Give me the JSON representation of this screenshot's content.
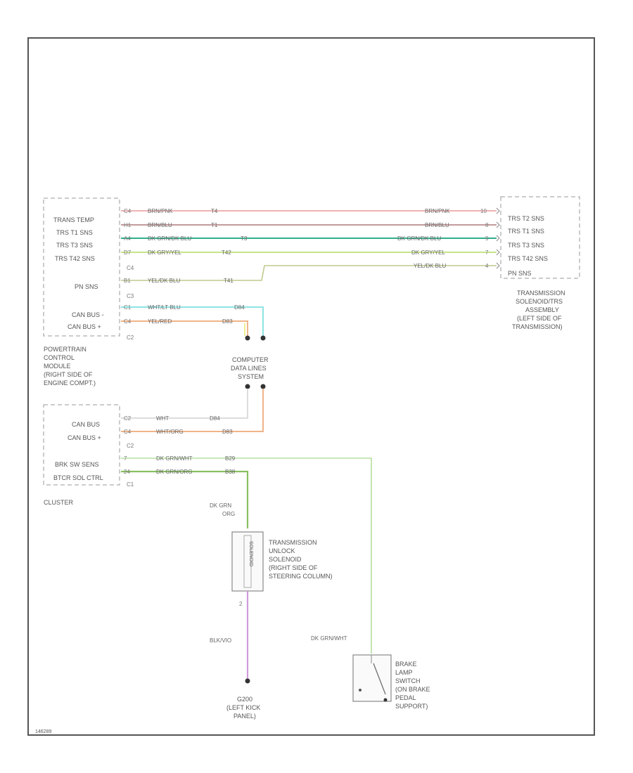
{
  "pcm": {
    "labels": [
      "TRANS TEMP",
      "TRS T1 SNS",
      "TRS T3 SNS",
      "TRS T42 SNS",
      "PN SNS",
      "CAN BUS -",
      "CAN BUS +"
    ],
    "connectors": [
      "C4",
      "C3",
      "C2"
    ],
    "pins": [
      "C4",
      "H1",
      "A4",
      "D7",
      "B1",
      "C1",
      "C4"
    ],
    "title": [
      "POWERTRAIN",
      "CONTROL",
      "MODULE",
      "(RIGHT SIDE OF",
      "ENGINE COMPT.)"
    ]
  },
  "tcm": {
    "labels": [
      "TRS T2 SNS",
      "TRS T1 SNS",
      "TRS T3 SNS",
      "TRS T42 SNS",
      "PN SNS"
    ],
    "pins": [
      "10",
      "8",
      "9",
      "7",
      "4"
    ],
    "title": [
      "TRANSMISSION",
      "SOLENOID/TRS",
      "ASSEMBLY",
      "(LEFT SIDE OF",
      "TRANSMISSION)"
    ]
  },
  "wires_top": [
    {
      "color_left": "BRN/PNK",
      "circuit_left": "T4",
      "color_right": "BRN/PNK",
      "stroke": "#e89a9a"
    },
    {
      "color_left": "BRN/BLU",
      "circuit_left": "T1",
      "color_right": "BRN/BLU",
      "stroke": "#b07878"
    },
    {
      "color_left": "DK GRN/DK BLU",
      "circuit_left": "T3",
      "color_right": "DK GRN/DK BLU",
      "stroke": "#2fae8e"
    },
    {
      "color_left": "DK GRY/YEL",
      "circuit_left": "T42",
      "color_right": "DK GRY/YEL",
      "stroke": "#b5dc62"
    },
    {
      "color_left": "YEL/DK BLU",
      "circuit_left": "T41",
      "color_right": "YEL/DK BLU",
      "stroke": "#c2c98e"
    },
    {
      "color_left": "WHT/LT BLU",
      "circuit_left": "D84",
      "stroke": "#8fe3e3"
    },
    {
      "color_left": "YEL/RED",
      "circuit_left": "D83",
      "stroke": "#f0b489"
    }
  ],
  "splice": {
    "title": [
      "COMPUTER",
      "DATA LINES",
      "SYSTEM"
    ]
  },
  "cluster": {
    "labels": [
      "CAN BUS",
      "CAN BUS +",
      "BRK SW SENS",
      "BTCR SOL CTRL"
    ],
    "connectors": [
      "C2",
      "C1"
    ],
    "pins": [
      "C2",
      "C4",
      "7",
      "24"
    ],
    "title": "CLUSTER"
  },
  "wires_cluster": [
    {
      "color": "WHT",
      "circuit": "D84"
    },
    {
      "color": "WHT/ORG",
      "circuit": "D83"
    },
    {
      "color": "DK GRN/WHT",
      "circuit": "B29"
    },
    {
      "color": "DK GRN/ORG",
      "circuit": "B38"
    }
  ],
  "solenoid": {
    "wire_label": [
      "DK GRN",
      "ORG"
    ],
    "pin_bottom": "2",
    "title": [
      "TRANSMISSION",
      "UNLOCK",
      "SOLENOID",
      "(RIGHT SIDE OF",
      "STEERING COLUMN)"
    ],
    "inner": "SOLENOID"
  },
  "ground": {
    "wire_label": "BLK/VIO",
    "title": [
      "G200",
      "(LEFT KICK",
      "PANEL)"
    ]
  },
  "brake": {
    "wire_label": "DK GRN/WHT",
    "title": [
      "BRAKE",
      "LAMP",
      "SWITCH",
      "(ON BRAKE",
      "PEDAL",
      "SUPPORT)"
    ]
  },
  "footer_code": "146289"
}
